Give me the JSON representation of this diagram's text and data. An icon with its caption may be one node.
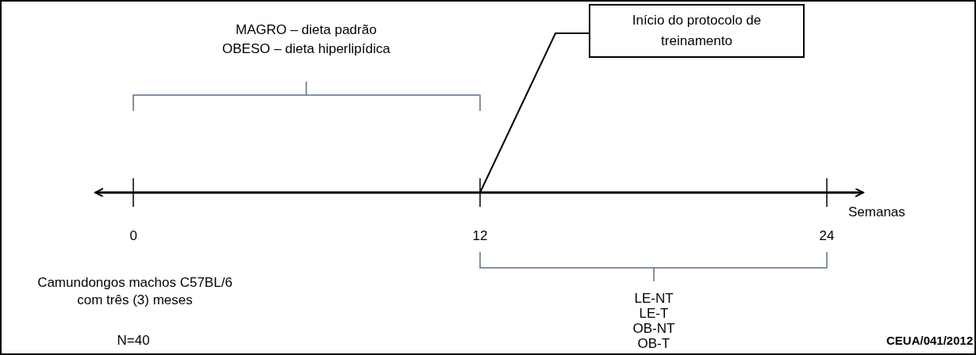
{
  "diagram": {
    "nodes": [
      {
        "text": [
          "Início do protocolo de treinamento"
        ]
      },
      {
        "text": [],
        "shape": "bar"
      }
    ],
    "edges": [
      {
        "from": 0,
        "to": 1,
        "arrow": "none"
      }
    ],
    "labels": [
      "MAGRO – dieta padrão",
      "OBESO – dieta hiperlipídica",
      "Semanas",
      "0",
      "12",
      "24",
      "Camundongos machos C57BL/6 com três (3) meses",
      "N=40",
      "LE-NT",
      "LE-T",
      "OB-NT",
      "OB-T",
      "CEUA/041/2012"
    ]
  }
}
